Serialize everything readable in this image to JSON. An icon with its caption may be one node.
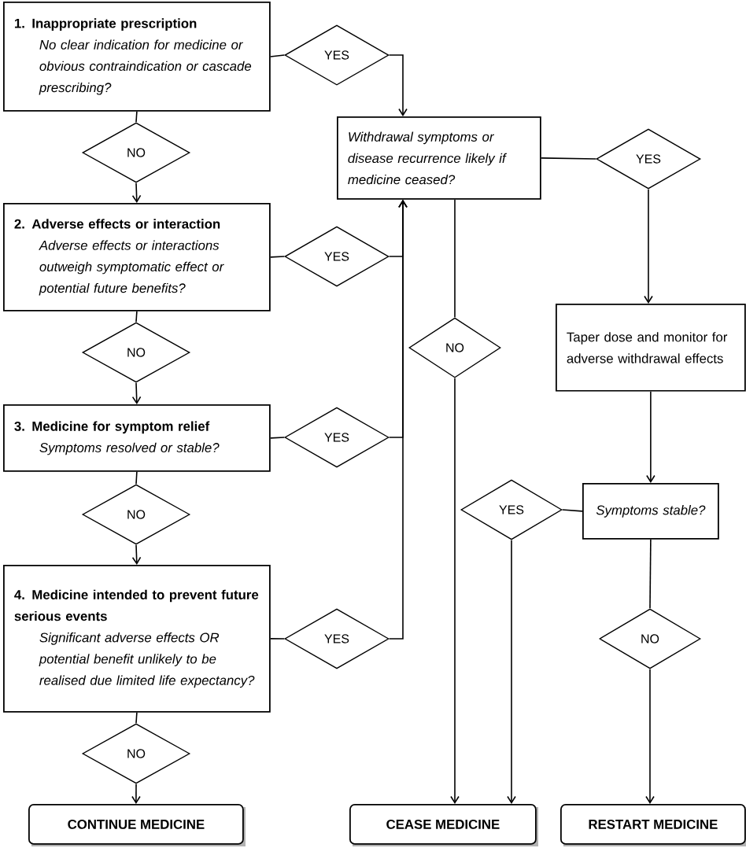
{
  "diagram": {
    "nodes": [
      {
        "text": [
          "1. Inappropriate prescription",
          "No clear indication for medicine or obvious contraindication or cascade prescribing?"
        ]
      },
      {
        "text": [
          "YES"
        ]
      },
      {
        "text": [
          "NO"
        ]
      },
      {
        "text": [
          "2. Adverse effects or interaction",
          "Adverse effects or interactions outweigh symptomatic effect or potential future benefits?"
        ]
      },
      {
        "text": [
          "YES"
        ]
      },
      {
        "text": [
          "NO"
        ]
      },
      {
        "text": [
          "3. Medicine for symptom relief",
          "Symptoms resolved or stable?"
        ]
      },
      {
        "text": [
          "YES"
        ]
      },
      {
        "text": [
          "NO"
        ]
      },
      {
        "text": [
          "4. Medicine intended to prevent future serious events",
          "Significant adverse effects OR potential benefit unlikely to be realised due limited life expectancy?"
        ]
      },
      {
        "text": [
          "YES"
        ]
      },
      {
        "text": [
          "NO"
        ]
      },
      {
        "text": [
          "CONTINUE MEDICINE"
        ]
      },
      {
        "text": [
          "Withdrawal symptoms or disease recurrence likely if medicine ceased?"
        ]
      },
      {
        "text": [
          "YES"
        ]
      },
      {
        "text": [
          "NO"
        ]
      },
      {
        "text": [
          "Taper dose and monitor for adverse withdrawal effects"
        ]
      },
      {
        "text": [
          "Symptoms stable?"
        ]
      },
      {
        "text": [
          "YES"
        ]
      },
      {
        "text": [
          "NO"
        ]
      },
      {
        "text": [
          "CEASE MEDICINE"
        ]
      },
      {
        "text": [
          "RESTART MEDICINE"
        ]
      }
    ],
    "edges": [
      {
        "from": 0,
        "to": 1,
        "arrow": "none"
      },
      {
        "from": 1,
        "to": 13,
        "arrow": "to"
      },
      {
        "from": 0,
        "to": 2,
        "arrow": "none"
      },
      {
        "from": 2,
        "to": 3,
        "arrow": "to"
      },
      {
        "from": 3,
        "to": 4,
        "arrow": "none"
      },
      {
        "from": 4,
        "to": 13,
        "arrow": "to"
      },
      {
        "from": 3,
        "to": 5,
        "arrow": "none"
      },
      {
        "from": 5,
        "to": 6,
        "arrow": "to"
      },
      {
        "from": 6,
        "to": 7,
        "arrow": "none"
      },
      {
        "from": 7,
        "to": 13,
        "arrow": "to"
      },
      {
        "from": 6,
        "to": 8,
        "arrow": "none"
      },
      {
        "from": 8,
        "to": 9,
        "arrow": "to"
      },
      {
        "from": 9,
        "to": 10,
        "arrow": "none"
      },
      {
        "from": 10,
        "to": 13,
        "arrow": "to"
      },
      {
        "from": 9,
        "to": 11,
        "arrow": "none"
      },
      {
        "from": 11,
        "to": 12,
        "arrow": "to"
      },
      {
        "from": 13,
        "to": 14,
        "arrow": "none"
      },
      {
        "from": 14,
        "to": 16,
        "arrow": "to"
      },
      {
        "from": 13,
        "to": 15,
        "arrow": "none"
      },
      {
        "from": 15,
        "to": 20,
        "arrow": "to"
      },
      {
        "from": 16,
        "to": 17,
        "arrow": "to"
      },
      {
        "from": 17,
        "to": 18,
        "arrow": "none"
      },
      {
        "from": 18,
        "to": 20,
        "arrow": "to"
      },
      {
        "from": 17,
        "to": 19,
        "arrow": "none"
      },
      {
        "from": 19,
        "to": 21,
        "arrow": "to"
      }
    ]
  }
}
